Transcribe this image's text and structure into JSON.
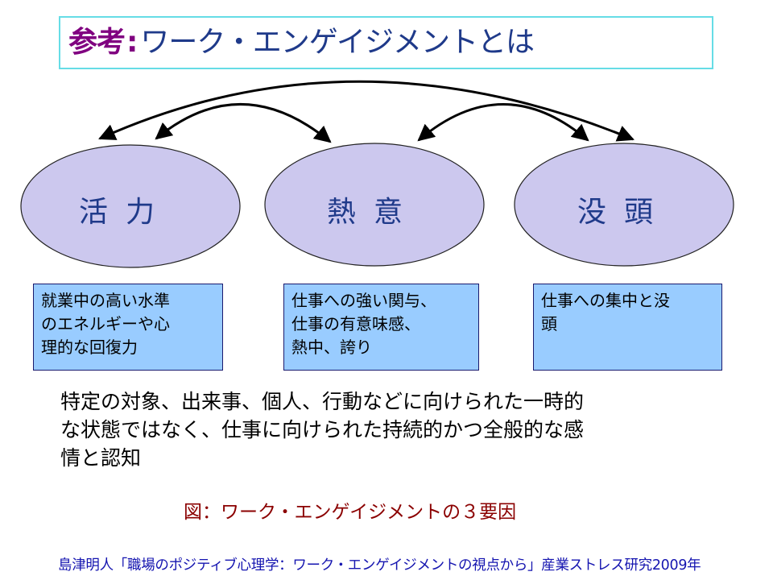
{
  "title": {
    "accent": "参考",
    "separator": ":",
    "main": "ワーク・エンゲイジメントとは"
  },
  "colors": {
    "title_accent": "#800080",
    "title_main": "#1F3A8A",
    "title_border": "#66DDE6",
    "ellipse_fill": "#CCC8EE",
    "factor_text": "#1F3A8A",
    "desc_fill": "#99CCFF",
    "caption": "#8B0000",
    "citation": "#1515B0"
  },
  "factors": [
    {
      "label": "活力",
      "description": [
        "就業中の高い水準",
        "のエネルギーや心",
        "理的な回復力"
      ]
    },
    {
      "label": "熱意",
      "description": [
        "仕事への強い関与、",
        "仕事の有意味感、",
        "熱中、誇り"
      ]
    },
    {
      "label": "没頭",
      "description": [
        "仕事への集中と没",
        "頭"
      ]
    }
  ],
  "relations": [
    {
      "from": "活力",
      "to": "熱意",
      "type": "bidirectional"
    },
    {
      "from": "熱意",
      "to": "没頭",
      "type": "bidirectional"
    },
    {
      "from": "活力",
      "to": "没頭",
      "type": "bidirectional"
    }
  ],
  "summary": [
    "特定の対象、出来事、個人、行動などに向けられた一時的",
    "な状態ではなく、仕事に向けられた持続的かつ全般的な感",
    "情と認知"
  ],
  "caption": "図：ワーク・エンゲイジメントの３要因",
  "citation": "島津明人「職場のポジティブ心理学：ワーク・エンゲイジメントの視点から」産業ストレス研究2009年"
}
